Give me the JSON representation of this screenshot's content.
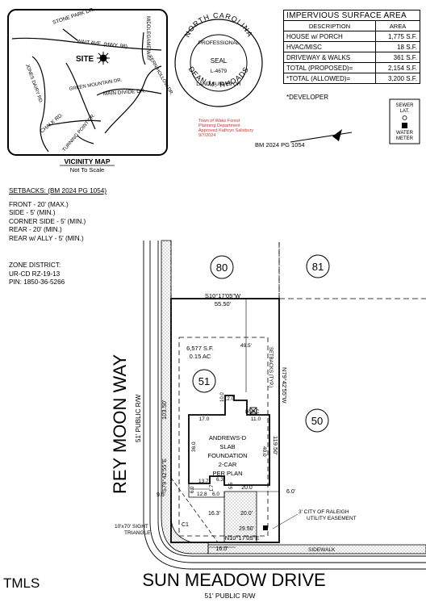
{
  "vicinity_map": {
    "title": "VICINITY MAP",
    "scale_note": "Not To Scale",
    "site_label": "SITE",
    "roads": [
      "STONE PARK DR.",
      "WAIT AVE. (HWY. 98)",
      "MIDDLEGAME WAY",
      "FERN HOLLOW DR.",
      "JONES DAIRY RD.",
      "GREEN MOUNTAIN DR.",
      "MAIN DIVIDE DR.",
      "CHALK RD.",
      "TURNING POINT DR."
    ]
  },
  "seal": {
    "top_text": "NORTH CAROLINA",
    "bottom_text": "DEAN M. RHOADS",
    "professional": "PROFESSIONAL",
    "seal_word": "SEAL",
    "license": "L-4679",
    "land_surveyor": "LAND SURVEYOR"
  },
  "stamp": [
    "Town of Wake Forest",
    "Planning Department",
    "Approved Kathryn Salisbury",
    "9/7/2024"
  ],
  "impervious": {
    "title": "IMPERVIOUS SURFACE AREA",
    "headers": [
      "DESCRIPTION",
      "AREA"
    ],
    "rows": [
      {
        "desc": "HOUSE w/ PORCH",
        "area": "1,775 S.F."
      },
      {
        "desc": "HVAC/MISC",
        "area": "18 S.F."
      },
      {
        "desc": "DRIVEWAY & WALKS",
        "area": "361 S.F."
      },
      {
        "desc": "TOTAL (PROPOSED)=",
        "area": "2,154 S.F."
      },
      {
        "desc": "*TOTAL (ALLOWED)=",
        "area": "3,200 S.F."
      }
    ],
    "footnote": "*DEVELOPER"
  },
  "legend": {
    "sewer": [
      "SEWER",
      "LAT."
    ],
    "water": [
      "WATER",
      "METER"
    ]
  },
  "north_arrow": {
    "bm_text": "BM 2024 PG 1054"
  },
  "setbacks": {
    "title": "SETBACKS: (BM 2024 PG 1054)",
    "lines": [
      "FRONT - 20' (MAX.)",
      "SIDE - 5' (MIN.)",
      "CORNER SIDE - 5' (MIN.)",
      "REAR - 20' (MIN.)",
      "REAR w/ ALLY - 5' (MIN.)"
    ]
  },
  "zone": {
    "lines": [
      "ZONE DISTRICT:",
      "UR-CD RZ-19-13",
      "PIN: 1850-36-5266"
    ]
  },
  "site_plan": {
    "lot_80": "80",
    "lot_81": "81",
    "lot_51": "51",
    "lot_50": "50",
    "bearing_top": "S10°17'05\"W",
    "dist_top": "55.50'",
    "area_sf": "6,577 S.F.",
    "area_ac": "0.15 AC",
    "dim_49_5": "49.5'",
    "setbacks_typ": "SETBACKS (TYP.)",
    "bearing_right": "N79°42'55\"W",
    "dist_right": "119.50'",
    "bearing_left": "S79°42'55\"E",
    "dist_left": "103.50'",
    "house_lines": [
      "ANDREWS-D",
      "SLAB",
      "FOUNDATION",
      "2-CAR",
      "PER PLAN"
    ],
    "dims": {
      "d12": "12.0",
      "d10": "10.0",
      "hvac": "HVAC",
      "d17": "17.0",
      "d11": "11.0",
      "d36": "36.0",
      "d40": "40.0",
      "d13_7": "13.7",
      "d6_3": "6.3",
      "d6_0a": "6.0",
      "d12_8": "12.8",
      "d6_0b": "6.0",
      "d5_5": "5.5",
      "d1_7": "1.7",
      "d20_0": "20.0",
      "d6_0c": "6.0'",
      "d9_5": "9.5'",
      "d16_3": "16.3'",
      "d20_0b": "20.0'",
      "d29_5": "29.50'",
      "d16_0": "16.0'",
      "c1": "C1"
    },
    "bearing_bottom": "N10°17'05\"E",
    "easement": [
      "3' CITY OF RALEIGH",
      "UTILITY EASEMENT"
    ],
    "sidewalk": "SIDEWALK",
    "sight": [
      "10'x70' SIGHT",
      "TRIANGLE"
    ],
    "row_left": "51' PUBLIC R/W",
    "street_left": "REY MOON WAY",
    "street_bottom": "SUN MEADOW DRIVE",
    "row_bottom": "51' PUBLIC R/W"
  },
  "watermark": "TMLS"
}
